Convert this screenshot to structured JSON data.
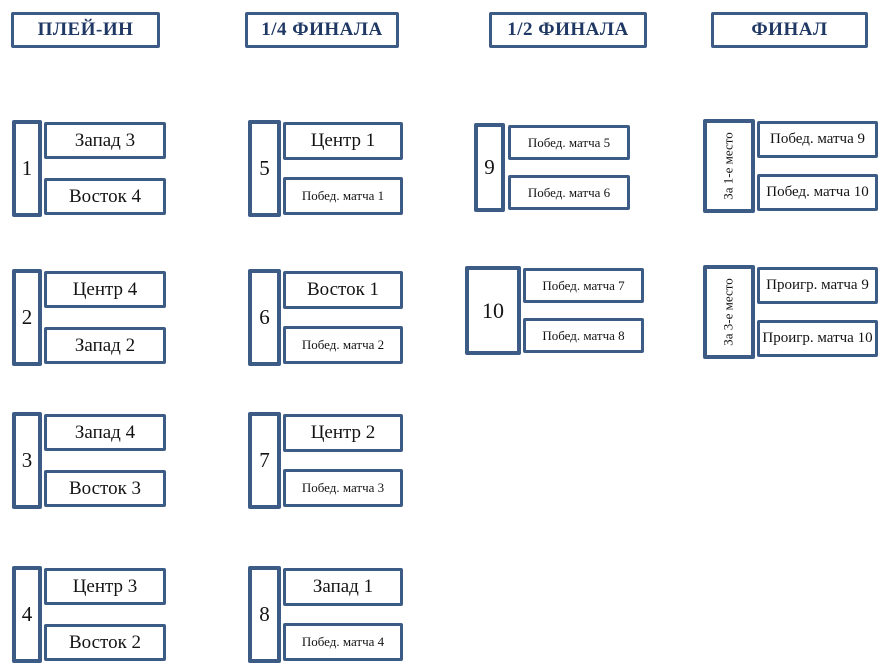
{
  "columns": [
    {
      "header": "ПЛЕЙ-ИН",
      "matches": [
        {
          "number": "1",
          "top": "Запад 3",
          "bottom": "Восток 4"
        },
        {
          "number": "2",
          "top": "Центр 4",
          "bottom": "Запад 2"
        },
        {
          "number": "3",
          "top": "Запад 4",
          "bottom": "Восток 3"
        },
        {
          "number": "4",
          "top": "Центр 3",
          "bottom": "Восток 2"
        }
      ]
    },
    {
      "header": "1/4 ФИНАЛА",
      "matches": [
        {
          "number": "5",
          "top": "Центр 1",
          "bottom": "Побед. матча 1"
        },
        {
          "number": "6",
          "top": "Восток 1",
          "bottom": "Побед. матча 2"
        },
        {
          "number": "7",
          "top": "Центр 2",
          "bottom": "Побед. матча 3"
        },
        {
          "number": "8",
          "top": "Запад 1",
          "bottom": "Побед. матча 4"
        }
      ]
    },
    {
      "header": "1/2 ФИНАЛА",
      "matches": [
        {
          "number": "9",
          "top": "Побед. матча 5",
          "bottom": "Побед. матча 6"
        },
        {
          "number": "10",
          "top": "Побед. матча 7",
          "bottom": "Побед. матча 8"
        }
      ]
    },
    {
      "header": "ФИНАЛ",
      "matches": [
        {
          "number": "За 1-е место",
          "top": "Побед. матча 9",
          "bottom": "Побед. матча 10"
        },
        {
          "number": "За 3-е место",
          "top": "Проигр. матча 9",
          "bottom": "Проигр. матча 10"
        }
      ]
    }
  ],
  "colors": {
    "border": "#3c5c86",
    "header_text": "#1f3864",
    "text": "#141414",
    "background": "#ffffff"
  }
}
